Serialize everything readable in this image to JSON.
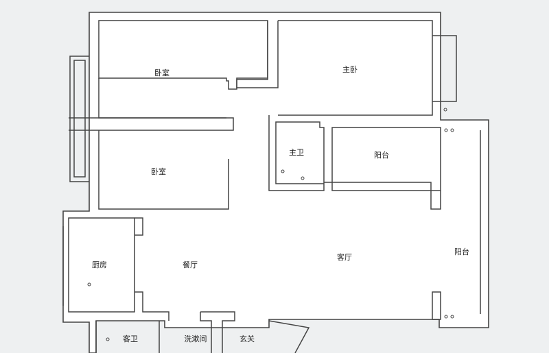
{
  "rooms": [
    {
      "id": "bedroom-1",
      "label": "卧室"
    },
    {
      "id": "master-bedroom",
      "label": "主卧"
    },
    {
      "id": "master-bath",
      "label": "主卫"
    },
    {
      "id": "balcony-1",
      "label": "阳台"
    },
    {
      "id": "bedroom-2",
      "label": "卧室"
    },
    {
      "id": "kitchen",
      "label": "厨房"
    },
    {
      "id": "dining-room",
      "label": "餐厅"
    },
    {
      "id": "living-room",
      "label": "客厅"
    },
    {
      "id": "balcony-2",
      "label": "阳台"
    },
    {
      "id": "guest-bath",
      "label": "客卫"
    },
    {
      "id": "laundry",
      "label": "洗漱间"
    },
    {
      "id": "entrance",
      "label": "玄关"
    }
  ],
  "colors": {
    "background": "#eef0f1",
    "floor": "#ffffff",
    "wall": "#444444"
  }
}
